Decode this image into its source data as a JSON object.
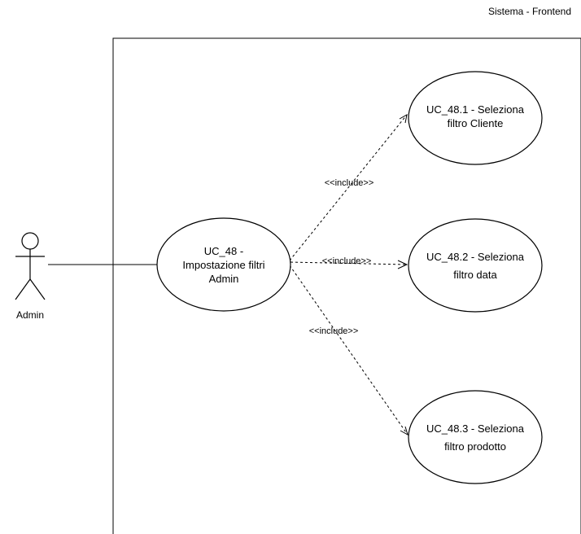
{
  "system": {
    "title": "Sistema - Frontend"
  },
  "actor": {
    "label": "Admin"
  },
  "use_cases": {
    "main": {
      "line1": "UC_48 -",
      "line2": "Impostazione filtri",
      "line3": "Admin"
    },
    "uc1": {
      "line1": "UC_48.1 - Seleziona",
      "line2": "filtro Cliente"
    },
    "uc2": {
      "line1": "UC_48.2 - Seleziona",
      "line2": "filtro data"
    },
    "uc3": {
      "line1": "UC_48.3 - Seleziona",
      "line2": "filtro prodotto"
    }
  },
  "relations": {
    "include1": "<<include>>",
    "include2": "<<include>>",
    "include3": "<<include>>"
  }
}
